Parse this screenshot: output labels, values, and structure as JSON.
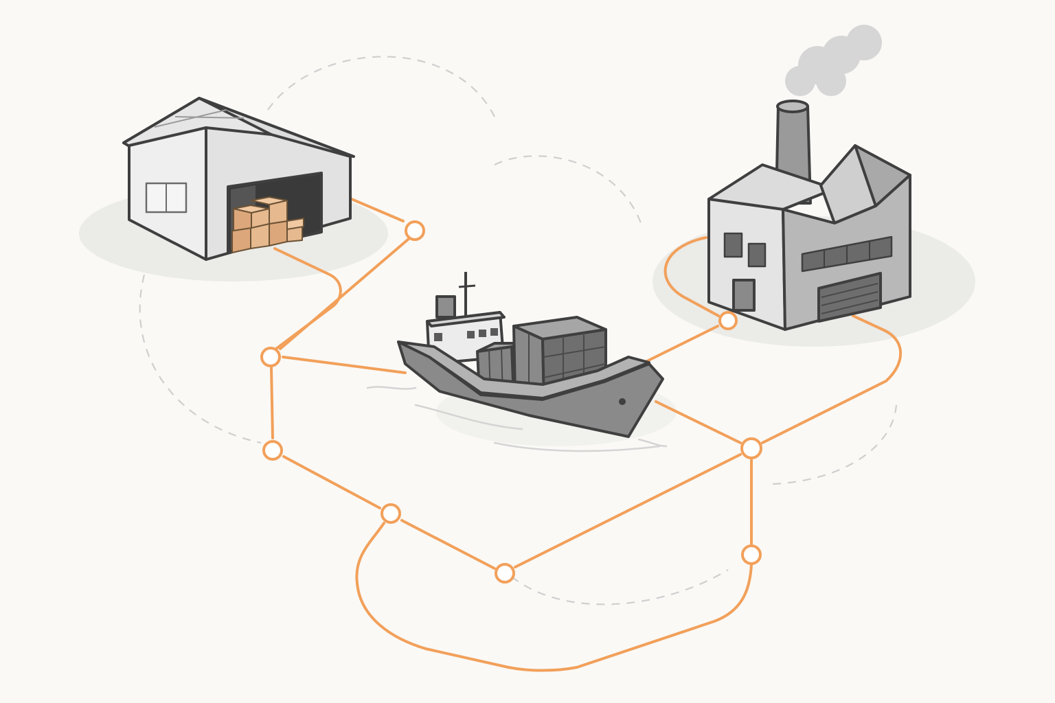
{
  "diagram": {
    "nodes": [
      {
        "id": "warehouse",
        "icon": "warehouse-icon"
      },
      {
        "id": "cargo-ship",
        "icon": "cargo-ship-icon"
      },
      {
        "id": "factory",
        "icon": "factory-icon"
      },
      {
        "id": "junction-1",
        "icon": "route-node-icon"
      },
      {
        "id": "junction-2",
        "icon": "route-node-icon"
      },
      {
        "id": "junction-3",
        "icon": "route-node-icon"
      },
      {
        "id": "junction-4",
        "icon": "route-node-icon"
      },
      {
        "id": "junction-5",
        "icon": "route-node-icon"
      },
      {
        "id": "junction-6",
        "icon": "route-node-icon"
      },
      {
        "id": "junction-7",
        "icon": "route-node-icon"
      },
      {
        "id": "junction-8",
        "icon": "route-node-icon"
      }
    ],
    "colors": {
      "background": "#faf9f6",
      "route": "#f2a05a",
      "outline": "#3f3f3f",
      "wall": "#ececec",
      "roof": "#dcdcdc",
      "hull": "#8a8a8a",
      "container": "#7a7a7a",
      "box": "#e6b98f",
      "dashed": "#cfcfcf",
      "shadow": "#ececea"
    }
  }
}
